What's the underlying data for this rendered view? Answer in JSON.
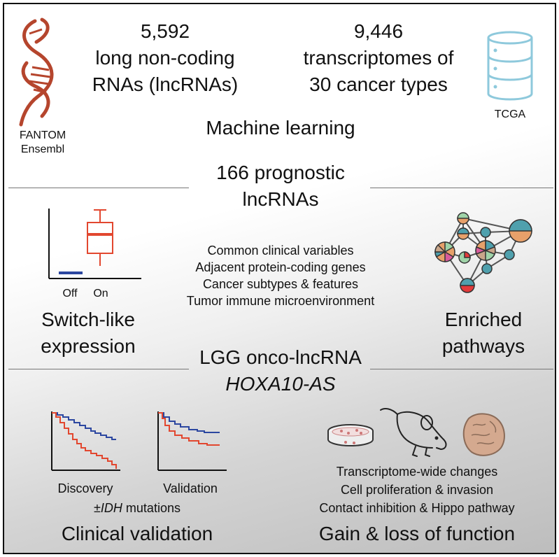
{
  "top": {
    "left_count": "5,592",
    "left_line2": "long non-coding",
    "left_line3": "RNAs (lncRNAs)",
    "right_count": "9,446",
    "right_line2": "transcriptomes of",
    "right_line3": "30 cancer types",
    "fantom_label": "FANTOM",
    "ensembl_label": "Ensembl",
    "tcga_label": "TCGA",
    "method": "Machine learning"
  },
  "middle": {
    "prognostic_line1": "166 prognostic",
    "prognostic_line2": "lncRNAs",
    "off_label": "Off",
    "on_label": "On",
    "switch_line1": "Switch-like",
    "switch_line2": "expression",
    "variables": [
      "Common clinical variables",
      "Adjacent protein-coding genes",
      "Cancer subtypes & features",
      "Tumor immune microenvironment"
    ],
    "enriched_line1": "Enriched",
    "enriched_line2": "pathways"
  },
  "bottom": {
    "onco_line1": "LGG onco-lncRNA",
    "onco_line2": "HOXA10-AS",
    "discovery_label": "Discovery",
    "validation_label": "Validation",
    "idh_prefix": "±",
    "idh_gene": "IDH",
    "idh_suffix": " mutations",
    "clinical_title": "Clinical validation",
    "function_items": [
      "Transcriptome-wide changes",
      "Cell proliferation & invasion",
      "Contact inhibition & Hippo pathway"
    ],
    "function_title": "Gain & loss of function"
  },
  "colors": {
    "dna": "#b5452d",
    "database": "#8ec9dc",
    "red": "#e2472f",
    "blue": "#2c47a0",
    "network_teal": "#4fa0ad",
    "network_orange": "#e7a06a",
    "network_brown": "#c9a68a"
  }
}
